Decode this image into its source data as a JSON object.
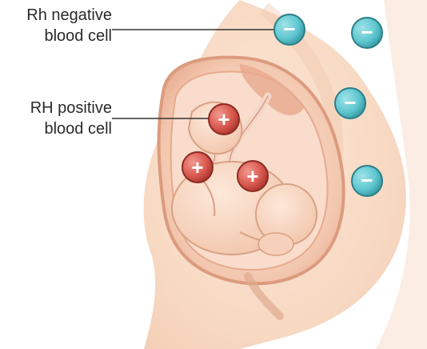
{
  "labels": {
    "rh_negative": {
      "line1": "Rh negative",
      "line2": "blood cell"
    },
    "rh_positive": {
      "line1": "RH positive",
      "line2": "blood cell"
    }
  },
  "cells": {
    "negative_symbol": "−",
    "positive_symbol": "+",
    "negative_color": "#5ec6cf",
    "positive_color": "#d8574d"
  }
}
